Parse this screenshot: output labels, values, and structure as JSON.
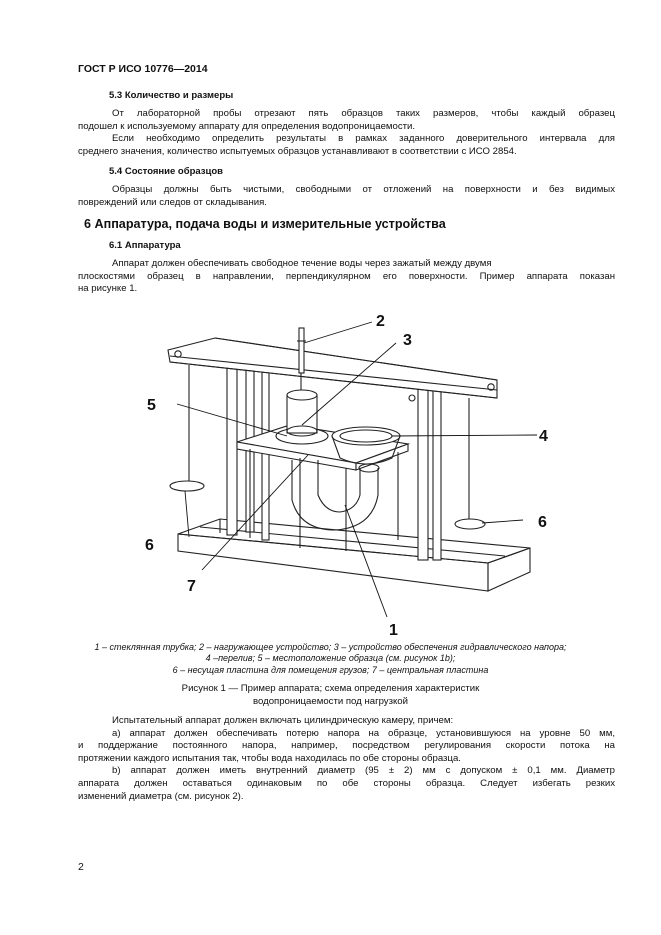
{
  "header": {
    "doc_code": "ГОСТ Р ИСО 10776—2014"
  },
  "section_5_3": {
    "heading": "5.3 Количество и размеры",
    "para1_line1": "От лабораторной пробы отрезают пять образцов таких размеров, чтобы каждый образец",
    "para1_line2": "подошел к используемому аппарату для определения водопроницаемости.",
    "para2_line1": "Если необходимо определить результаты в рамках заданного доверительного интервала для",
    "para2_line2": "среднего значения, количество испытуемых образцов устанавливают в соответствии с ИСО 2854."
  },
  "section_5_4": {
    "heading": "5.4 Состояние образцов",
    "para_line1": "Образцы должны быть чистыми, свободными от отложений на поверхности и без видимых",
    "para_line2": "повреждений или следов от складывания."
  },
  "section_6": {
    "heading": "6 Аппаратура, подача воды и измерительные устройства"
  },
  "section_6_1": {
    "heading": "6.1 Аппаратура",
    "para_line1": "Аппарат должен обеспечивать свободное течение воды через зажатый между двумя",
    "para_line2": "плоскостями образец в направлении, перпендикулярном его поверхности. Пример аппарата показан",
    "para_line3": "на рисунке 1."
  },
  "figure": {
    "callouts": [
      "1",
      "2",
      "3",
      "4",
      "5",
      "6",
      "6",
      "7"
    ],
    "legend_line1": "1 – стеклянная трубка; 2 – нагружающее устройство; 3 – устройство обеспечения гидравлического напора;",
    "legend_line2": "4 –перелив; 5 – местоположение образца (см. рисунок 1b);",
    "legend_line3": "6 – несущая пластина для помещения грузов; 7 – центральная пластина",
    "title_line1": "Рисунок 1 — Пример аппарата; схема определения характеристик",
    "title_line2": "водопроницаемости под нагрузкой"
  },
  "body_after": {
    "intro": "Испытательный аппарат должен включать цилиндрическую камеру, причем:",
    "a_line1": "а) аппарат должен обеспечивать потерю напора на образце, установившуюся на уровне 50 мм,",
    "a_line2": "и поддержание постоянного напора, например, посредством регулирования скорости потока на",
    "a_line3": "протяжении каждого испытания так, чтобы вода находилась по обе стороны образца.",
    "b_line1": "b) аппарат должен иметь внутренний диаметр (95 ± 2) мм с допуском ± 0,1 мм. Диаметр",
    "b_line2": "аппарата должен оставаться одинаковым по обе стороны образца. Следует избегать резких",
    "b_line3": "изменений диаметра (см. рисунок 2)."
  },
  "footer": {
    "page_number": "2"
  }
}
